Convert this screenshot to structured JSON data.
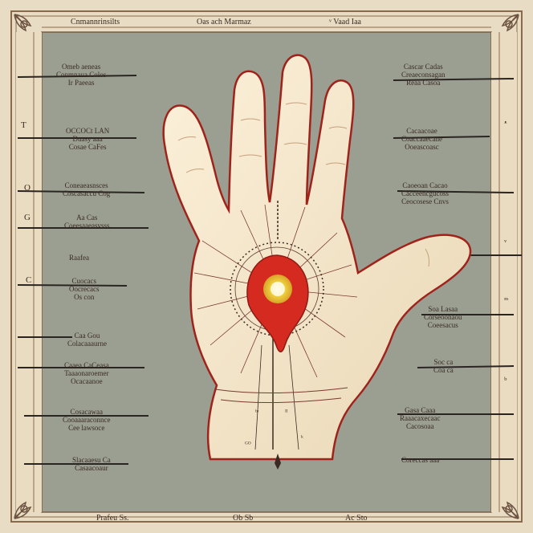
{
  "header": {
    "left": "Cnmannrinsilts",
    "center": "Oas  ach Marmaz",
    "right": "ᵛ  Vaad Iaa"
  },
  "footer": {
    "left": "Prafeu Ss.",
    "center": "Ob  Sb",
    "right": "Ac   Sto"
  },
  "left_side_marks": [
    "T",
    "O",
    "G",
    "C"
  ],
  "left_labels": [
    {
      "lines": [
        "Omeb aeneas",
        "Conmnaua  Colos",
        "Ir  Paeeas"
      ]
    },
    {
      "lines": [
        "OCCOCt  LAN",
        "Duasy  aaa",
        "Cosae  CaFes"
      ]
    },
    {
      "lines": [
        "Coneaeasnsces",
        "Coscasaccu  Cog"
      ]
    },
    {
      "lines": [
        "Aa  Cas",
        "Coeesaaeasvsss"
      ]
    },
    {
      "lines": [
        "Raafea"
      ]
    },
    {
      "lines": [
        "Cuocacs",
        "Oocrecacs",
        "Os  con"
      ]
    },
    {
      "lines": [
        "Caa  Gou",
        "Colacaaaurne"
      ]
    },
    {
      "lines": [
        "Caaea  CaCeasa",
        "Taaaonaroemer",
        "Ocacaanoe"
      ]
    },
    {
      "lines": [
        "Cosacawaa",
        "Cooaaaraconnce",
        "Cee lawsoce"
      ]
    },
    {
      "lines": [
        "Slacaaesu  Ca",
        "Casaacoaur"
      ]
    }
  ],
  "right_labels": [
    {
      "lines": [
        "Cascar  Cadas",
        "Creaeconsagan",
        "Reaa  Casoa"
      ]
    },
    {
      "lines": [
        "Cacaacoae",
        "Coaccaaecane",
        "Ooeascoasc"
      ]
    },
    {
      "lines": [
        "Caoeoan  Cacao",
        "Cacceencgucoss",
        "Ceocosese  Cnvs"
      ]
    },
    {
      "lines": [
        "Soa  Lasaa",
        "Corseoonaou",
        "Coeesacus"
      ]
    },
    {
      "lines": [
        "Soc  ca",
        "Coa  ca"
      ]
    },
    {
      "lines": [
        "Gasa  Caaa",
        "Raaacaxecaac",
        "Cacosoaa"
      ]
    },
    {
      "lines": [
        "Coreccas  aaa"
      ]
    }
  ],
  "right_side_marks": [
    "ᵜ",
    "ᵛ",
    "ᵐ",
    "ᵇ"
  ],
  "wrist_marks": {
    "a": "ᵇᶦ",
    "b": "ᴵᴵ",
    "c": "ᴳᴼ",
    "d": "ᵏ"
  },
  "colors": {
    "background": "#e9dcc4",
    "panel": "#9b9f92",
    "skin": "#f4e7cc",
    "outline": "#a0231b",
    "heart": "#d42a1f",
    "core": "#f0d33a",
    "ink": "#3a2a22"
  }
}
